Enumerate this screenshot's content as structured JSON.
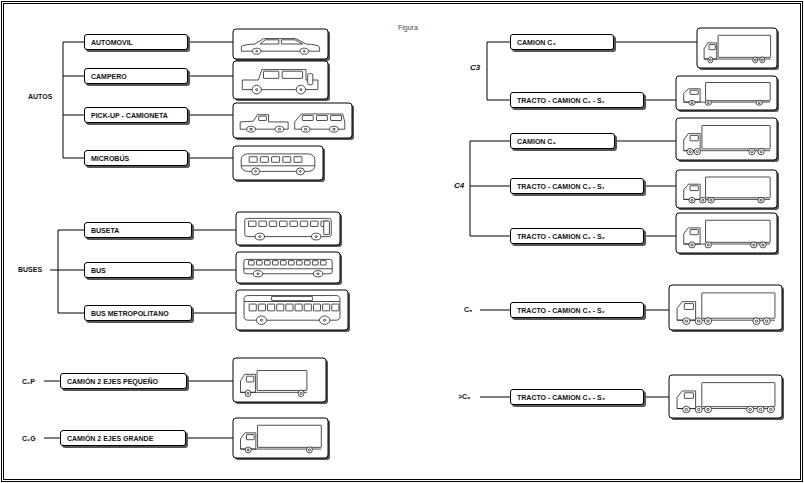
{
  "diagram": {
    "nodes": [
      {
        "text": [
          "AUTOMOVIL"
        ]
      },
      {
        "text": [
          "CAMPERO"
        ]
      },
      {
        "text": [
          "PICK-UP - CAMIONETA"
        ]
      },
      {
        "text": [
          "MICROBÚS"
        ]
      },
      {
        "text": [
          "BUSETA"
        ]
      },
      {
        "text": [
          "BUS"
        ]
      },
      {
        "text": [
          "BUS METROPOLITANO"
        ]
      },
      {
        "text": [
          "CAMIÓN 2 EJES PEQUEÑO"
        ]
      },
      {
        "text": [
          "CAMIÓN 2 EJES GRANDE"
        ]
      },
      {
        "text": [
          "CAMION C₃"
        ]
      },
      {
        "text": [
          "TRACTO - CAMION C₂ - S₁"
        ]
      },
      {
        "text": [
          "CAMION C₄"
        ]
      },
      {
        "text": [
          "TRACTO - CAMION C₃ - S₁"
        ]
      },
      {
        "text": [
          "TRACTO - CAMION C₂ - S₂"
        ]
      },
      {
        "text": [
          "TRACTO - CAMION C₃ - S₂"
        ]
      },
      {
        "text": [
          "TRACTO - CAMION C₃ - S₃"
        ]
      }
    ],
    "labels": [
      "Figura",
      "AUTOS",
      "BUSES",
      "C₂P",
      "C₂G",
      "C3",
      "C4",
      "C₅",
      ">C₅"
    ]
  }
}
